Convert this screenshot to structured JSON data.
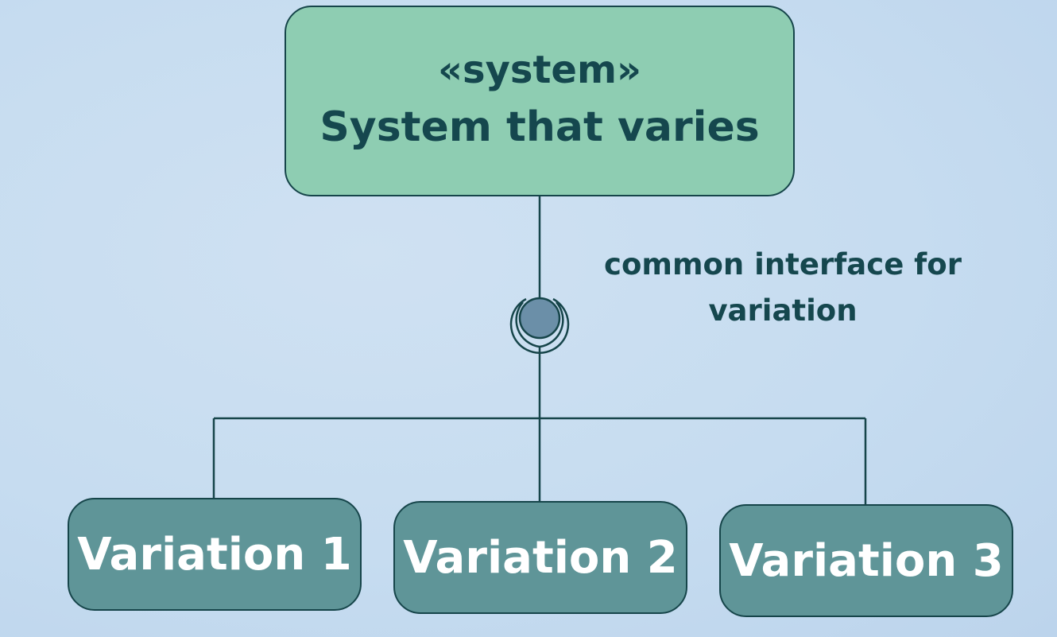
{
  "system": {
    "stereotype": "«system»",
    "name": "System that varies"
  },
  "interface": {
    "label_line1": "common interface for",
    "label_line2": "variation"
  },
  "variations": [
    {
      "label": "Variation 1"
    },
    {
      "label": "Variation 2"
    },
    {
      "label": "Variation 3"
    }
  ],
  "colors": {
    "background": "#c6dcf0",
    "system_fill": "#8ecdb2",
    "variation_fill": "#5f9598",
    "stroke": "#16454a",
    "interface_fill": "#6b8fa8",
    "dark_text": "#15474e",
    "light_text": "#ffffff"
  }
}
